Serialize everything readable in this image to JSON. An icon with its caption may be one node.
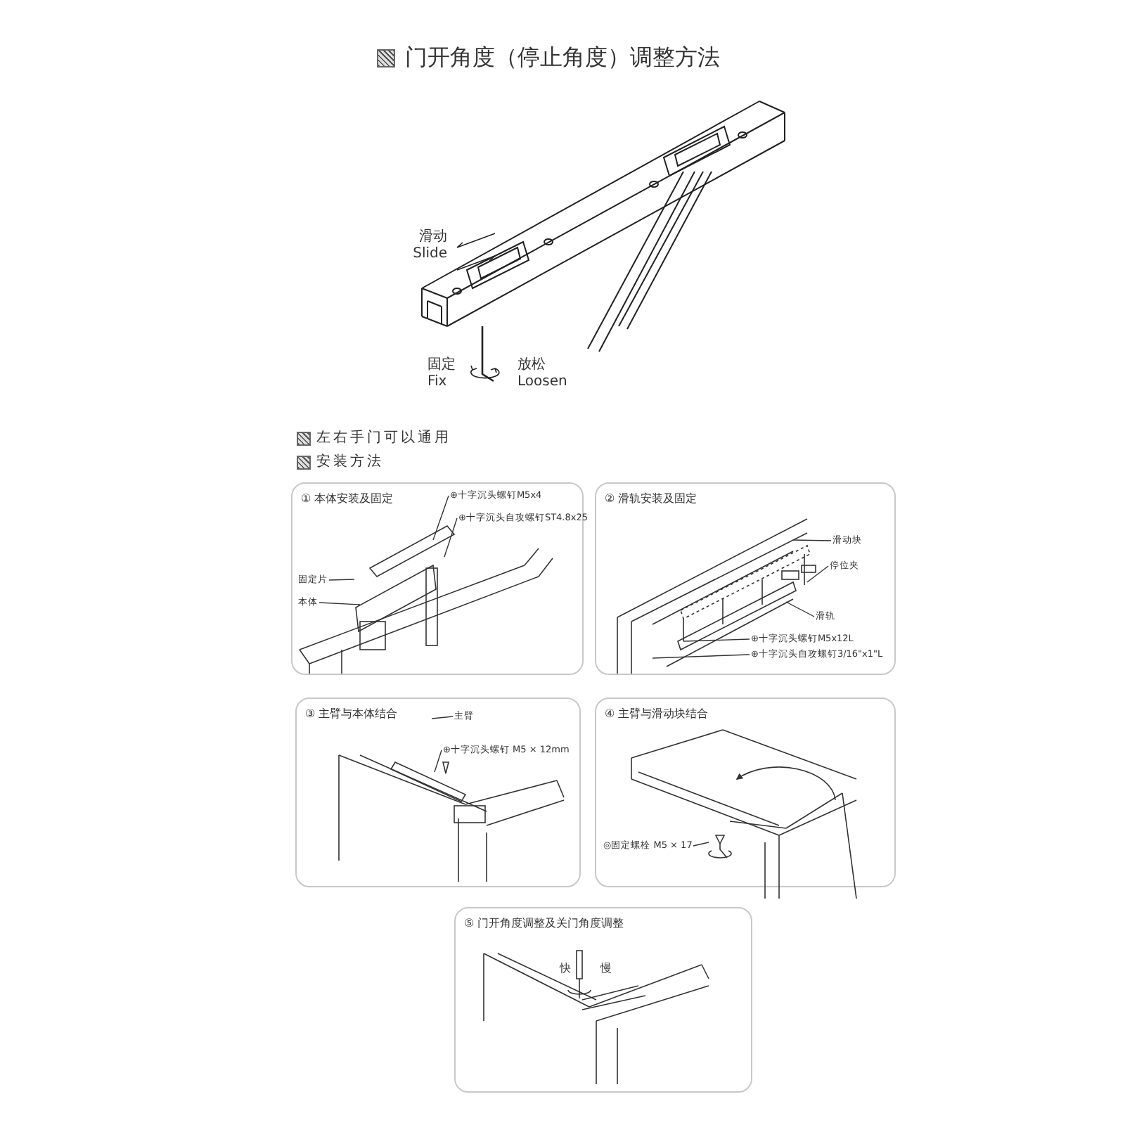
{
  "diagram": {
    "title": "门开角度（停止角度）调整方法",
    "nodes": [
      {
        "text": [
          "① 本体安装及固定"
        ]
      },
      {
        "text": [
          "⊕十字沉头螺钉M5x4"
        ],
        "in": 0
      },
      {
        "text": [
          "⊕十字沉头自攻螺钉ST4.8x25"
        ],
        "in": 0
      },
      {
        "text": [
          "固定片"
        ],
        "in": 0
      },
      {
        "text": [
          "本体"
        ],
        "in": 0
      },
      {
        "text": [
          "② 滑轨安装及固定"
        ]
      },
      {
        "text": [
          "滑动块"
        ],
        "in": 5
      },
      {
        "text": [
          "停位夹"
        ],
        "in": 5
      },
      {
        "text": [
          "滑轨"
        ],
        "in": 5
      },
      {
        "text": [
          "⊕十字沉头螺钉M5x12L"
        ],
        "in": 5
      },
      {
        "text": [
          "⊕十字沉头自攻螺钉3/16\"x1\"L"
        ],
        "in": 5
      },
      {
        "text": [
          "③ 主臂与本体结合"
        ]
      },
      {
        "text": [
          "主臂"
        ],
        "in": 11
      },
      {
        "text": [
          "⊕十字沉头螺钉 M5 × 12mm"
        ],
        "in": 11
      },
      {
        "text": [
          "④ 主臂与滑动块结合"
        ]
      },
      {
        "text": [
          "◎固定螺栓 M5 × 17"
        ],
        "in": 14
      },
      {
        "text": [
          "⑤ 门开角度调整及关门角度调整"
        ]
      }
    ],
    "edges": [
      {
        "from": 1,
        "to": null,
        "arrow": "none"
      },
      {
        "from": 2,
        "to": null,
        "arrow": "none"
      },
      {
        "from": 3,
        "to": null,
        "arrow": "none"
      },
      {
        "from": 4,
        "to": null,
        "arrow": "none"
      },
      {
        "from": 6,
        "to": null,
        "arrow": "none"
      },
      {
        "from": 7,
        "to": null,
        "arrow": "none"
      },
      {
        "from": 8,
        "to": null,
        "arrow": "none"
      },
      {
        "from": 9,
        "to": null,
        "arrow": "none"
      },
      {
        "from": 10,
        "to": null,
        "arrow": "none"
      },
      {
        "from": 12,
        "to": null,
        "arrow": "none"
      },
      {
        "from": 13,
        "to": null,
        "arrow": "none"
      },
      {
        "from": 15,
        "to": null,
        "arrow": "none"
      }
    ],
    "labels": [
      "滑动 Slide",
      "固定 Fix",
      "放松 Loosen",
      "左右手门可以通用",
      "安装方法",
      "快",
      "慢"
    ]
  }
}
